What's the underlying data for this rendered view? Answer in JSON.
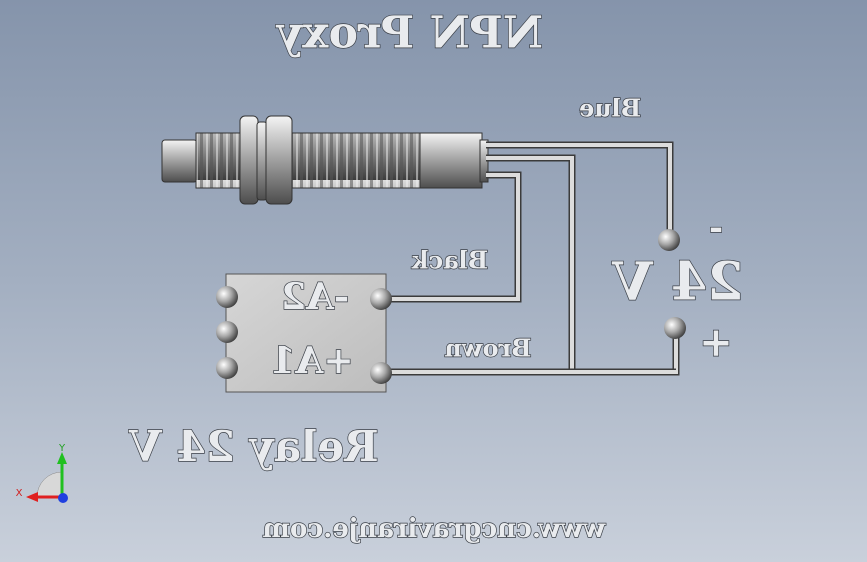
{
  "title": "NPN Proxy",
  "wires": {
    "blue_label": "Blue",
    "black_label": "Black",
    "brown_label": "Brown"
  },
  "relay": {
    "terminal_a2": "-A2",
    "terminal_a1": "+A1",
    "label": "Relay 24 V"
  },
  "power": {
    "voltage_label": "24 V",
    "minus_sign": "-",
    "plus_sign": "+"
  },
  "axes": {
    "x_label": "X",
    "y_label": "Y"
  },
  "footer": {
    "website": "www.cncgraviranje.com"
  },
  "colors": {
    "wire": "#dcdcdc",
    "relay_body": "#c8c8c8",
    "sensor_metal": "#b8b8b8",
    "axis_x": "#e02020",
    "axis_y": "#20c020",
    "axis_z": "#2040e0"
  }
}
